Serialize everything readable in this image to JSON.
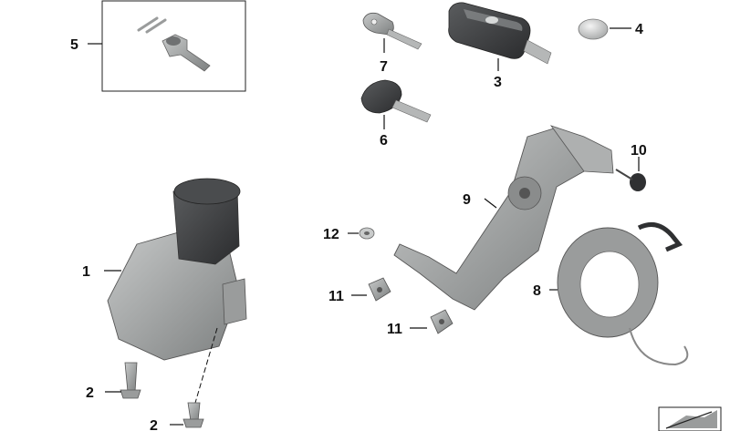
{
  "callouts": {
    "c1": "1",
    "c2a": "2",
    "c2b": "2",
    "c3": "3",
    "c4": "4",
    "c5": "5",
    "c6": "6",
    "c7": "7",
    "c8": "8",
    "c9": "9",
    "c10": "10",
    "c11a": "11",
    "c11b": "11",
    "c12": "12"
  },
  "parts": [
    {
      "callout": "1",
      "name": "ignition-lock-cylinder"
    },
    {
      "callout": "2",
      "name": "shear-bolt"
    },
    {
      "callout": "3",
      "name": "remote-key"
    },
    {
      "callout": "4",
      "name": "button-cell-battery"
    },
    {
      "callout": "5",
      "name": "repair-kit"
    },
    {
      "callout": "6",
      "name": "key-blank-head"
    },
    {
      "callout": "7",
      "name": "key-blank-flat"
    },
    {
      "callout": "8",
      "name": "ring-antenna"
    },
    {
      "callout": "9",
      "name": "bracket"
    },
    {
      "callout": "10",
      "name": "screw"
    },
    {
      "callout": "11",
      "name": "clip-nut"
    },
    {
      "callout": "12",
      "name": "washer-screw"
    }
  ],
  "colors": {
    "part_fill": "#9a9c9c",
    "part_dark": "#6f7172",
    "part_light": "#c4c6c6",
    "line": "#111111"
  }
}
